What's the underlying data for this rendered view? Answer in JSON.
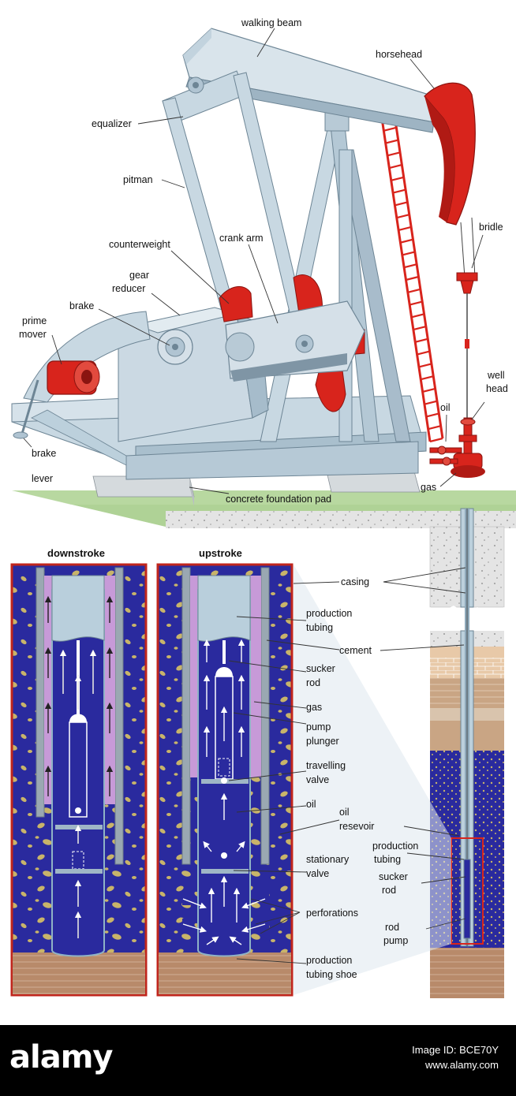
{
  "labels": {
    "walking_beam": "walking beam",
    "horsehead": "horsehead",
    "equalizer": "equalizer",
    "pitman": "pitman",
    "bridle": "bridle",
    "counterweight": "counterweight",
    "crank_arm": "crank arm",
    "gear_reducer_1": "gear",
    "gear_reducer_2": "reducer",
    "brake": "brake",
    "prime_mover_1": "prime",
    "prime_mover_2": "mover",
    "well_head_1": "well",
    "well_head_2": "head",
    "oil_top": "oil",
    "brake_lever_1": "brake",
    "brake_lever_2": "lever",
    "gas_top": "gas",
    "concrete_pad": "concrete foundation pad",
    "downstroke": "downstroke",
    "upstroke": "upstroke",
    "casing": "casing",
    "production_tubing_1": "production",
    "production_tubing_2": "tubing",
    "cement": "cement",
    "sucker_rod_1": "sucker",
    "sucker_rod_2": "rod",
    "gas": "gas",
    "pump_plunger_1": "pump",
    "pump_plunger_2": "plunger",
    "travelling_valve_1": "travelling",
    "travelling_valve_2": "valve",
    "oil": "oil",
    "oil_reservoir_1": "oil",
    "oil_reservoir_2": "resevoir",
    "stationary_valve_1": "stationary",
    "stationary_valve_2": "valve",
    "perforations": "perforations",
    "tubing_shoe_1": "production",
    "tubing_shoe_2": "tubing shoe",
    "small_production_tubing_1": "production",
    "small_production_tubing_2": "tubing",
    "small_sucker_rod_1": "sucker",
    "small_sucker_rod_2": "rod",
    "small_rod_pump_1": "rod",
    "small_rod_pump_2": "pump"
  },
  "watermark": {
    "logo": "alamy",
    "image_id_label": "Image ID: BCE70Y",
    "site": "www.alamy.com"
  },
  "colors": {
    "frame_steel": "#c8d8e2",
    "accent_red": "#d8241c",
    "well_blue": "#2a2a9e",
    "gas_pink": "#c79ad8",
    "rock_tan": "#c8b46a",
    "ground_green": "#b8d8a0"
  }
}
